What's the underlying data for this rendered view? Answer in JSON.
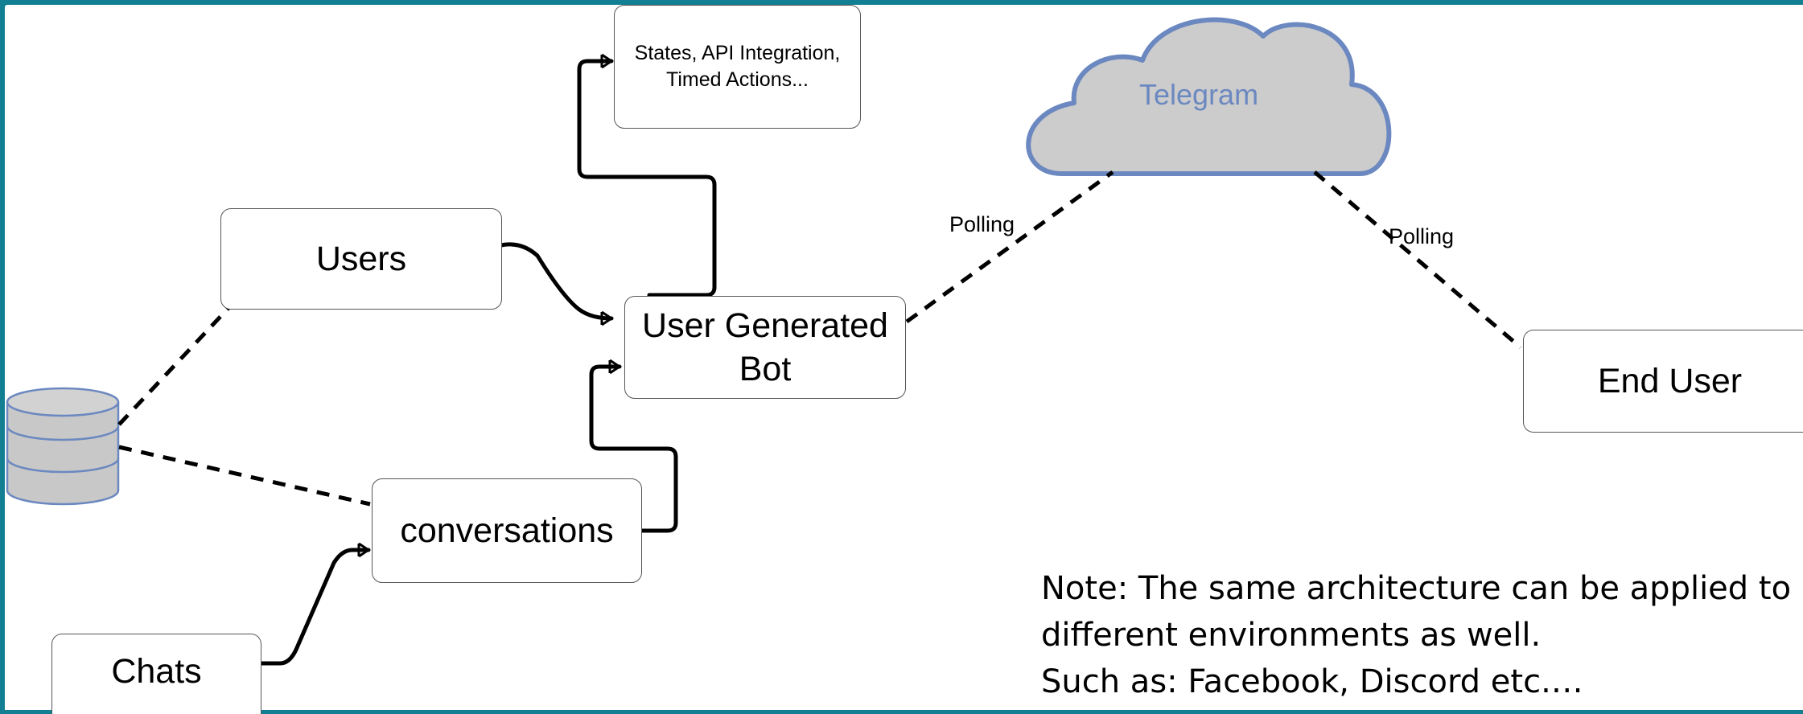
{
  "diagram": {
    "nodes": {
      "states": {
        "line1": "States, API Integration,",
        "line2": "Timed Actions..."
      },
      "users": {
        "label": "Users"
      },
      "bot": {
        "line1": "User Generated",
        "line2": "Bot"
      },
      "conversations": {
        "label": "conversations"
      },
      "chats": {
        "label": "Chats"
      },
      "end_user": {
        "label": "End User"
      },
      "telegram": {
        "label": "Telegram"
      },
      "database": {
        "icon": "database-icon"
      }
    },
    "edges": [
      {
        "from": "bot",
        "to": "states",
        "style": "solid",
        "ends": "crow-foot"
      },
      {
        "from": "users",
        "to": "bot",
        "style": "solid",
        "ends": "crow-foot"
      },
      {
        "from": "conversations",
        "to": "bot",
        "style": "solid",
        "ends": "crow-foot"
      },
      {
        "from": "chats",
        "to": "conversations",
        "style": "solid",
        "ends": "crow-foot"
      },
      {
        "from": "database",
        "to": "users",
        "style": "dashed"
      },
      {
        "from": "database",
        "to": "conversations",
        "style": "dashed"
      },
      {
        "from": "bot",
        "to": "telegram",
        "style": "dashed",
        "label": "Polling"
      },
      {
        "from": "telegram",
        "to": "end_user",
        "style": "dashed",
        "label": "Polling"
      }
    ],
    "colors": {
      "cloud_fill": "#cccccc",
      "cloud_stroke": "#6b88c0",
      "db_fill": "#c8c8c8",
      "db_stroke": "#6b88c0",
      "frame": "#127f92"
    }
  },
  "note": {
    "line1": "Note: The same architecture can be applied to",
    "line2": "different environments as well.",
    "line3": "Such as: Facebook, Discord etc.…"
  }
}
